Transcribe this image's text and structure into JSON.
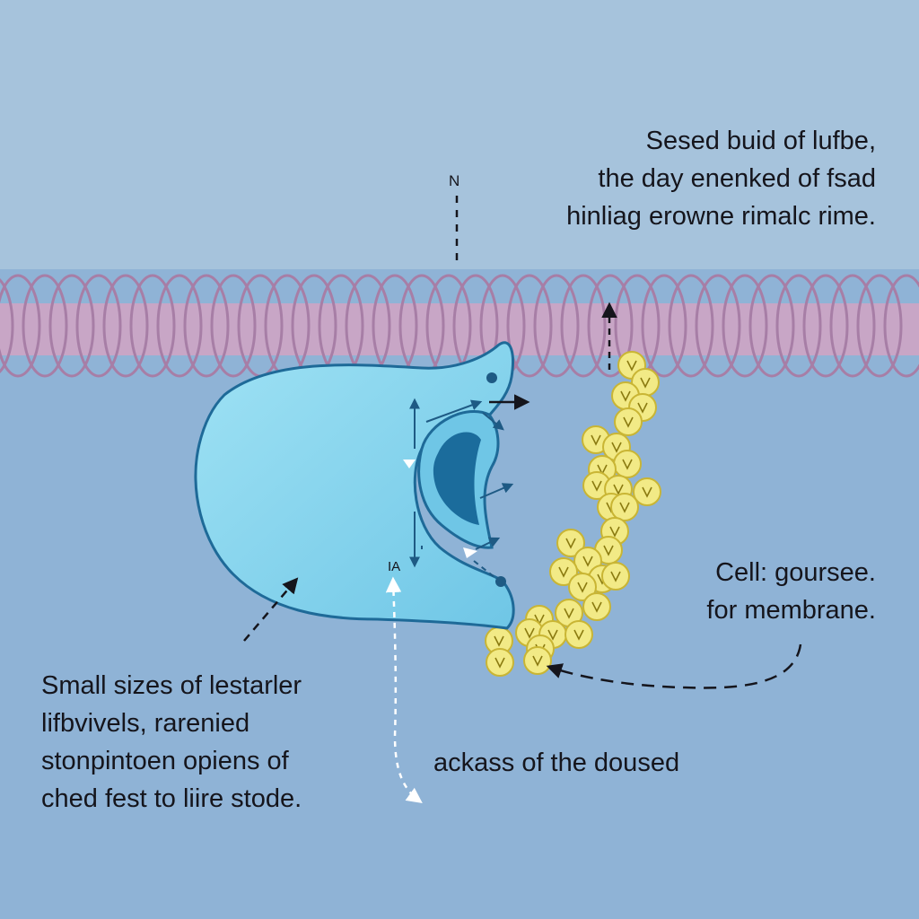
{
  "colors": {
    "sky": "#a6c3dc",
    "cytoplasm": "#8fb3d6",
    "membrane": "#c8a6c6",
    "membrane_dark": "#a77ea6",
    "protein": "#8fd6ee",
    "protein_outline": "#1e6a98",
    "pocket": "#1b6c9c",
    "granule": "#f2ea86",
    "granule_outline": "#c9b534",
    "text": "#15151c"
  },
  "labels": {
    "top_right": [
      "Sesed buid of lufbe,",
      "the day enenked of fsad",
      "hinliag erowne rimalc rime."
    ],
    "n_marker": "N",
    "cell_note": [
      "Cell: goursee.",
      "for membrane."
    ],
    "small_sizes": [
      "Small sizes of lestarler",
      "lifbvivels, rarenied",
      "stonpintoen opiens of",
      "ched fest to liire stode."
    ],
    "across": "ackass of the doused",
    "ia_marker": "IA"
  },
  "icons": {
    "membrane": "lipid-bilayer",
    "protein": "channel-protein",
    "granules": "granule-chain",
    "arrows": "dashed-arrows"
  }
}
